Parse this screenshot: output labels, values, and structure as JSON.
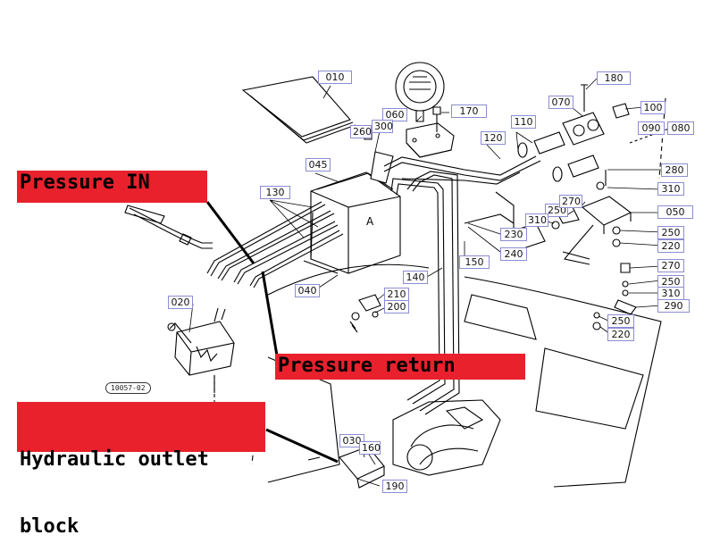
{
  "callouts": {
    "pressure_in": "Pressure IN",
    "pressure_return": "Pressure return",
    "hydraulic_outlet_block_line1": "Hydraulic outlet",
    "hydraulic_outlet_block_line2": "block"
  },
  "drawing_code": "10057-02",
  "housing_mark": "A",
  "parts": [
    {
      "id": "010"
    },
    {
      "id": "020"
    },
    {
      "id": "030"
    },
    {
      "id": "040"
    },
    {
      "id": "045"
    },
    {
      "id": "050"
    },
    {
      "id": "060"
    },
    {
      "id": "070"
    },
    {
      "id": "080"
    },
    {
      "id": "090"
    },
    {
      "id": "100"
    },
    {
      "id": "110"
    },
    {
      "id": "120"
    },
    {
      "id": "130"
    },
    {
      "id": "140"
    },
    {
      "id": "150"
    },
    {
      "id": "160"
    },
    {
      "id": "170"
    },
    {
      "id": "180"
    },
    {
      "id": "190"
    },
    {
      "id": "200"
    },
    {
      "id": "210"
    },
    {
      "id": "220"
    },
    {
      "id": "220"
    },
    {
      "id": "230"
    },
    {
      "id": "240"
    },
    {
      "id": "250"
    },
    {
      "id": "250"
    },
    {
      "id": "250"
    },
    {
      "id": "250"
    },
    {
      "id": "260"
    },
    {
      "id": "270"
    },
    {
      "id": "270"
    },
    {
      "id": "280"
    },
    {
      "id": "290"
    },
    {
      "id": "300"
    },
    {
      "id": "310"
    },
    {
      "id": "310"
    },
    {
      "id": "310"
    }
  ],
  "colors": {
    "callout_bg": "#e8212d",
    "label_border": "#8c8cd2",
    "line": "#000000"
  }
}
